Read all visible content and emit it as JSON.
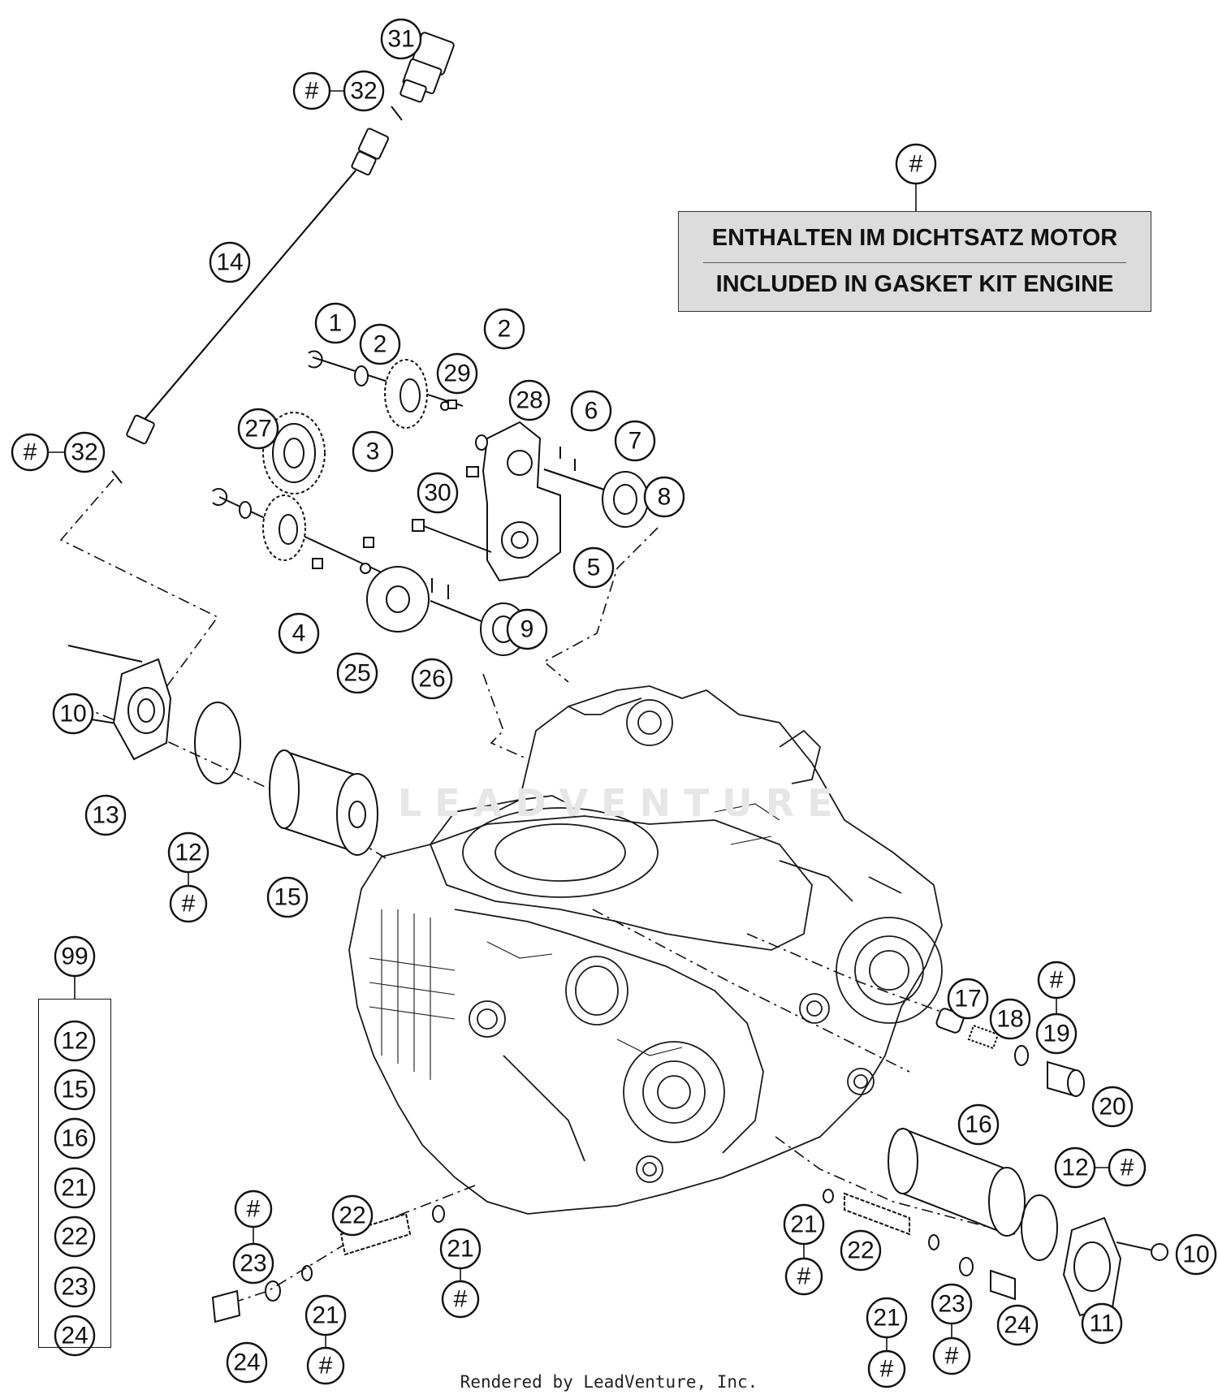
{
  "note": {
    "callout": "#",
    "line_de": "ENTHALTEN IM DICHTSATZ MOTOR",
    "line_en": "INCLUDED IN GASKET KIT ENGINE"
  },
  "footer": "Rendered by LeadVenture, Inc.",
  "watermark": "LEADVENTURE",
  "callouts": {
    "c1": "1",
    "c2a": "2",
    "c2b": "2",
    "c3": "3",
    "c4": "4",
    "c5": "5",
    "c6": "6",
    "c7": "7",
    "c8": "8",
    "c9": "9",
    "c10a": "10",
    "c10b": "10",
    "c11": "11",
    "c12a": "12",
    "c12b": "12",
    "c13": "13",
    "c14": "14",
    "c15": "15",
    "c16": "16",
    "c17": "17",
    "c18": "18",
    "c19": "19",
    "c20": "20",
    "c21a": "21",
    "c21b": "21",
    "c21c": "21",
    "c21d": "21",
    "c22a": "22",
    "c22b": "22",
    "c23a": "23",
    "c23b": "23",
    "c24a": "24",
    "c24b": "24",
    "c25": "25",
    "c26": "26",
    "c27": "27",
    "c28": "28",
    "c29": "29",
    "c30": "30",
    "c31": "31",
    "c32a": "32",
    "c32b": "32",
    "hash": "#",
    "c99": "99"
  },
  "kit99": [
    "12",
    "15",
    "16",
    "21",
    "22",
    "23",
    "24"
  ]
}
